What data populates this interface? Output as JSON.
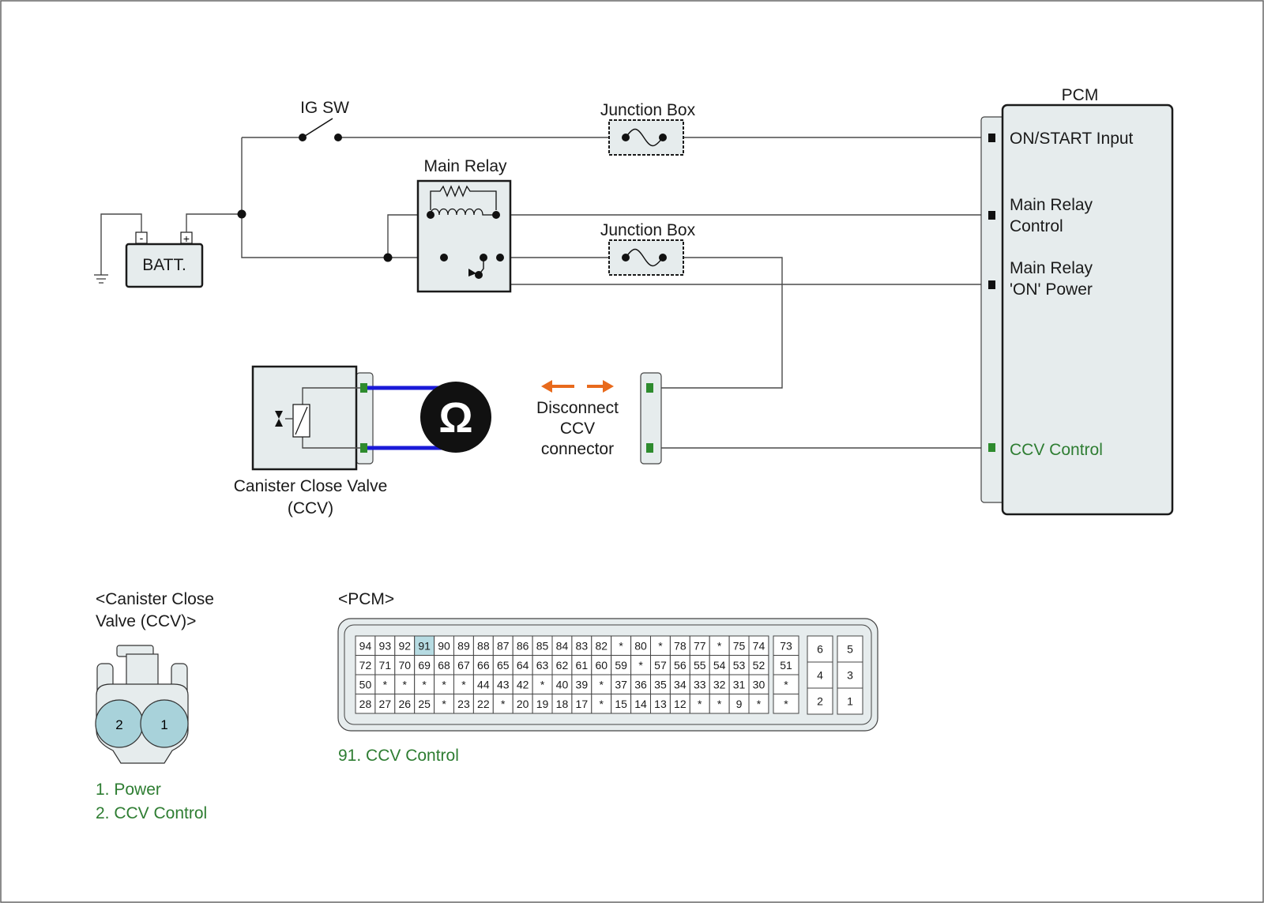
{
  "colors": {
    "box_fill": "#e6eced",
    "ccv_green": "#2e7d32",
    "meter_lead": "#1a1ad8",
    "arrow_orange": "#e86a1c",
    "highlight_pin": "#b6dbe2"
  },
  "labels": {
    "ig_sw": "IG SW",
    "junction_box_1": "Junction Box",
    "junction_box_2": "Junction Box",
    "main_relay": "Main Relay",
    "battery": "BATT.",
    "pcm": "PCM",
    "ccv_line1": "Canister Close Valve",
    "ccv_line2": "(CCV)",
    "disconnect_line1": "Disconnect",
    "disconnect_line2": "CCV",
    "disconnect_line3": "connector",
    "ohm_symbol": "Ω",
    "batt_minus": "-",
    "batt_plus": "+"
  },
  "pcm_terminals": [
    {
      "line1": "ON/START Input",
      "line2": "",
      "green": false
    },
    {
      "line1": "Main Relay",
      "line2": "Control",
      "green": false
    },
    {
      "line1": "Main Relay",
      "line2": "'ON' Power",
      "green": false
    },
    {
      "line1": "CCV Control",
      "line2": "",
      "green": true
    }
  ],
  "ccv_connector": {
    "title_line1": "<Canister Close",
    "title_line2": "Valve (CCV)>",
    "pins": [
      "2",
      "1"
    ],
    "legend": [
      "1. Power",
      "2. CCV Control"
    ]
  },
  "pcm_connector": {
    "title": "<PCM>",
    "rows": [
      [
        "94",
        "93",
        "92",
        "91",
        "90",
        "89",
        "88",
        "87",
        "86",
        "85",
        "84",
        "83",
        "82",
        "*",
        "80",
        "*",
        "78",
        "77",
        "*",
        "75",
        "74"
      ],
      [
        "72",
        "71",
        "70",
        "69",
        "68",
        "67",
        "66",
        "65",
        "64",
        "63",
        "62",
        "61",
        "60",
        "59",
        "*",
        "57",
        "56",
        "55",
        "54",
        "53",
        "52"
      ],
      [
        "50",
        "*",
        "*",
        "*",
        "*",
        "*",
        "44",
        "43",
        "42",
        "*",
        "40",
        "39",
        "*",
        "37",
        "36",
        "35",
        "34",
        "33",
        "32",
        "31",
        "30"
      ],
      [
        "28",
        "27",
        "26",
        "25",
        "*",
        "23",
        "22",
        "*",
        "20",
        "19",
        "18",
        "17",
        "*",
        "15",
        "14",
        "13",
        "12",
        "*",
        "*",
        "9",
        "*"
      ]
    ],
    "side_column": [
      "73",
      "51",
      "*",
      "*"
    ],
    "right_block": [
      [
        "6",
        "5"
      ],
      [
        "4",
        "3"
      ],
      [
        "2",
        "1"
      ]
    ],
    "highlight": "91",
    "legend": "91. CCV Control"
  }
}
